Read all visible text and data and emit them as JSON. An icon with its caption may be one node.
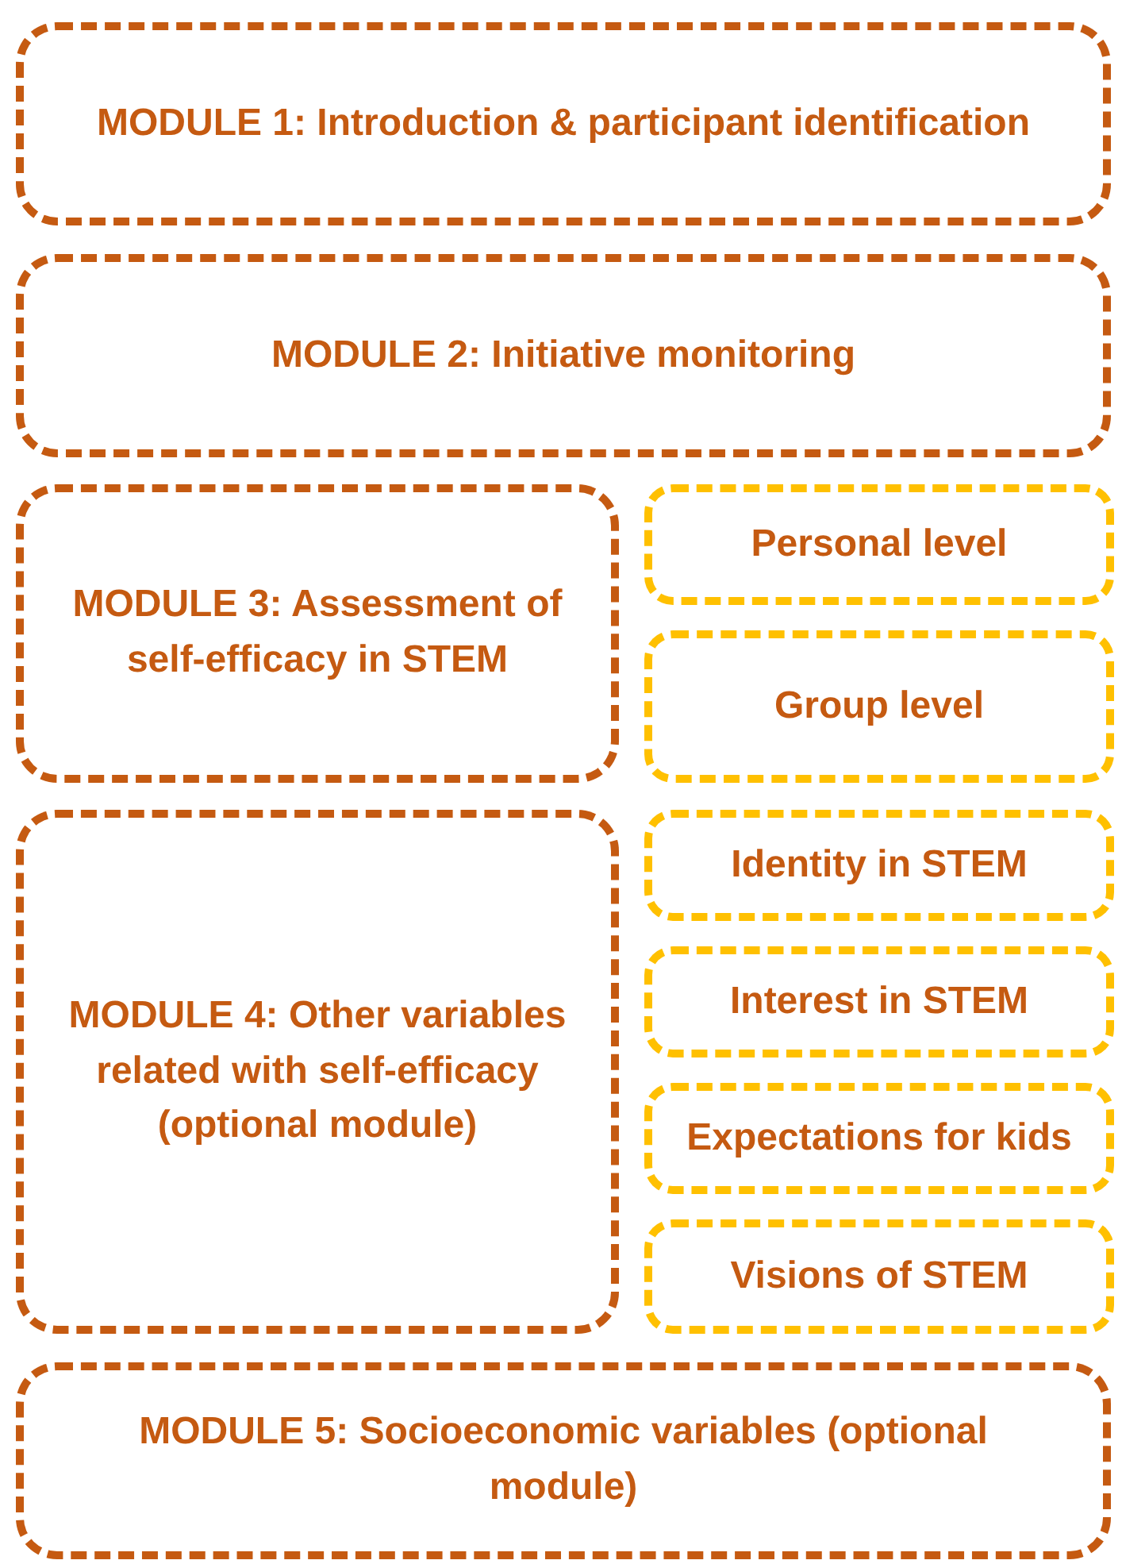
{
  "diagram": {
    "nodes": [
      {
        "text": [
          "MODULE 1: Introduction & participant identification"
        ]
      },
      {
        "text": [
          "MODULE 2: Initiative monitoring"
        ]
      },
      {
        "text": [
          "MODULE 3: Assessment of self-efficacy in STEM"
        ]
      },
      {
        "text": [
          "Personal level"
        ]
      },
      {
        "text": [
          "Group level"
        ]
      },
      {
        "text": [
          "MODULE 4: Other variables related with self-efficacy (optional module)"
        ]
      },
      {
        "text": [
          "Identity in STEM"
        ]
      },
      {
        "text": [
          "Interest in STEM"
        ]
      },
      {
        "text": [
          "Expectations for kids"
        ]
      },
      {
        "text": [
          "Visions of STEM"
        ]
      },
      {
        "text": [
          "MODULE 5: Socioeconomic variables (optional module)"
        ]
      }
    ]
  }
}
